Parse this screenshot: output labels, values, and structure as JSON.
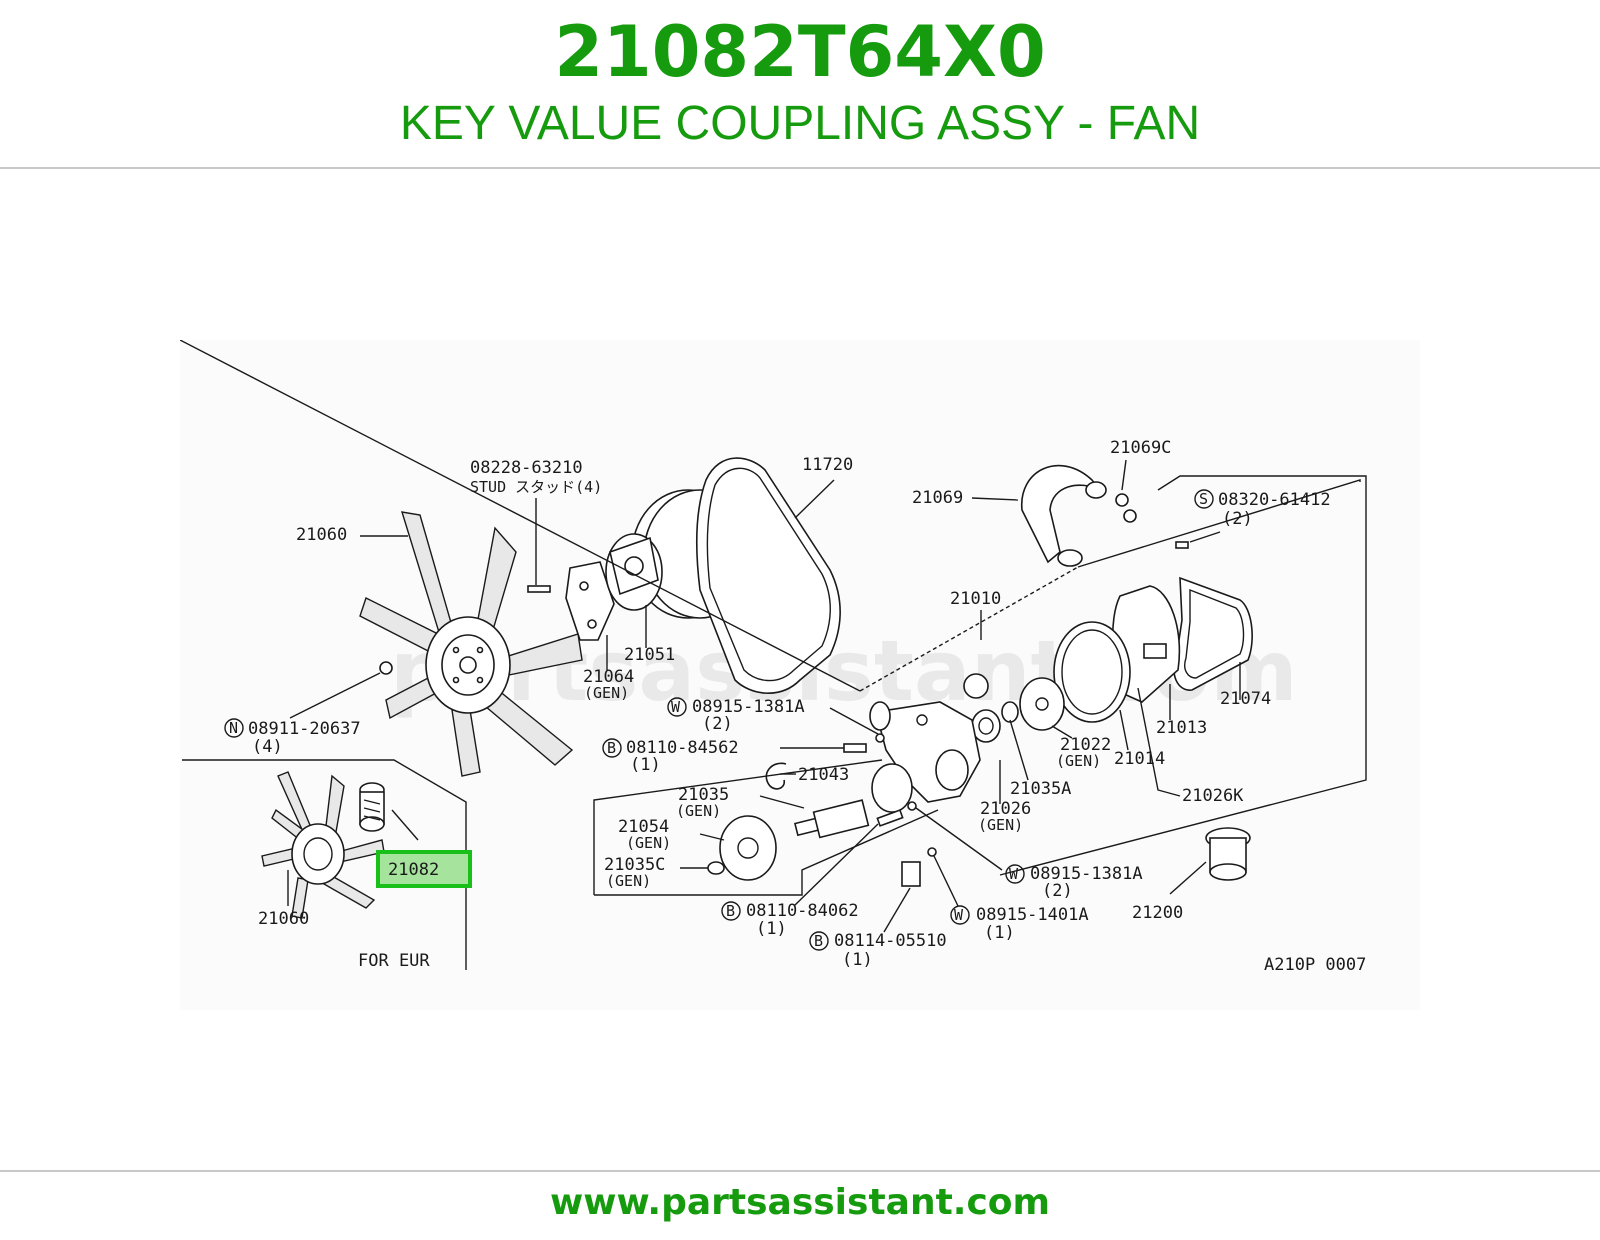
{
  "header": {
    "part_number": "21082T64X0",
    "part_title": "KEY VALUE COUPLING ASSY - FAN"
  },
  "footer": {
    "url": "www.partsassistant.com"
  },
  "watermark": "partsassistant.com",
  "colors": {
    "brand_green": "#169b0e",
    "highlight_green": "#19c019",
    "highlight_fill": "#a6e39c"
  },
  "diagram": {
    "ref_code": "A210P 0007",
    "region_note": "FOR EUR",
    "highlighted_part": "21082",
    "labels": {
      "stud_part": "08228-63210",
      "stud_desc": "STUD スタッド(4)",
      "belt": "11720",
      "hose_clamp": "21069C",
      "hose": "21069",
      "screw_part": "08320-61412",
      "screw_qty": "(2)",
      "fan_top": "21060",
      "pump_body_assy": "21010",
      "pulley": "21051",
      "bracket": "21064",
      "bracket_gen": "(GEN)",
      "nut_part": "08911-20637",
      "nut_qty": "(4)",
      "washer1_part": "08915-1381A",
      "washer1_qty": "(2)",
      "gasket_outer": "21074",
      "plate": "21013",
      "impeller": "21022",
      "impeller_gen": "(GEN)",
      "gasket_inner": "21014",
      "bolt1_part": "08110-84562",
      "bolt1_qty": "(1)",
      "clip": "21043",
      "seal": "21035A",
      "shaft": "21035",
      "shaft_gen": "(GEN)",
      "seal2": "21026",
      "seal2_gen": "(GEN)",
      "cover_k": "21026K",
      "flange": "21054",
      "flange_gen": "(GEN)",
      "ring": "21035C",
      "ring_gen": "(GEN)",
      "washer2_part": "08915-1381A",
      "washer2_qty": "(2)",
      "thermostat": "21200",
      "bolt2_part": "08110-84062",
      "bolt2_qty": "(1)",
      "washer3_part": "08915-1401A",
      "washer3_qty": "(1)",
      "bolt3_part": "08114-05510",
      "bolt3_qty": "(1)",
      "fan_small": "21060"
    },
    "badges": {
      "stud_prefix": "S",
      "nut_prefix": "N",
      "washer_prefix": "W",
      "bolt_prefix": "B"
    }
  }
}
